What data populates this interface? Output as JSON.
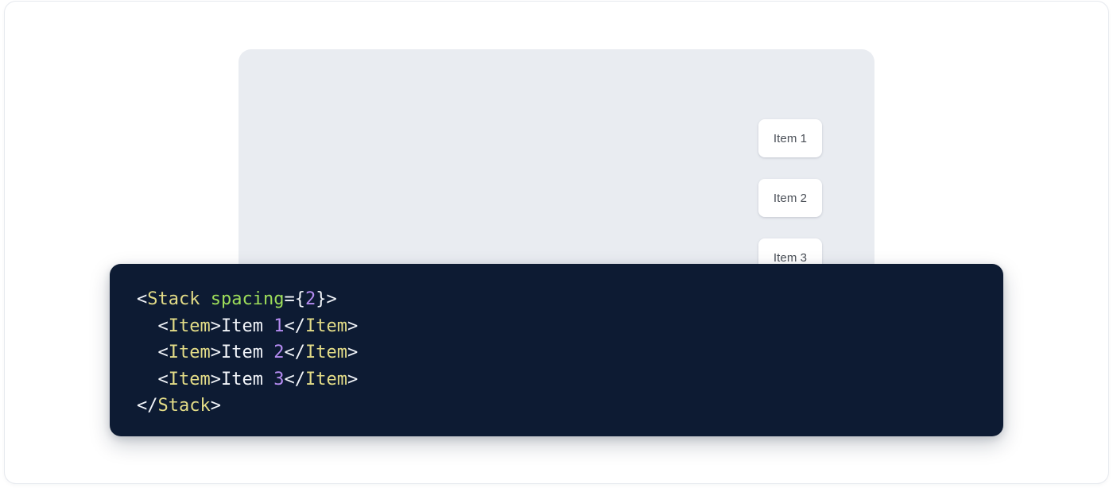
{
  "frame": {
    "background": "#ffffff",
    "border_color": "#e6e9ee"
  },
  "preview": {
    "panel_color": "#e9ecf1",
    "items": [
      {
        "label": "Item 1"
      },
      {
        "label": "Item 2"
      },
      {
        "label": "Item 3"
      }
    ]
  },
  "code": {
    "background": "#0d1b33",
    "language": "jsx",
    "colors": {
      "punctuation": "#f2f5fa",
      "tag": "#e3dc87",
      "attribute": "#9ede5a",
      "number": "#b58cf2",
      "text": "#f2f5fa"
    },
    "raw": "<Stack spacing={2}>\n  <Item>Item 1</Item>\n  <Item>Item 2</Item>\n  <Item>Item 3</Item>\n</Stack>",
    "lines": [
      {
        "indent": "",
        "tokens": [
          {
            "t": "punct",
            "v": "<"
          },
          {
            "t": "tag",
            "v": "Stack"
          },
          {
            "t": "text",
            "v": " "
          },
          {
            "t": "attr",
            "v": "spacing"
          },
          {
            "t": "punct",
            "v": "={"
          },
          {
            "t": "num",
            "v": "2"
          },
          {
            "t": "punct",
            "v": "}>"
          }
        ]
      },
      {
        "indent": "  ",
        "tokens": [
          {
            "t": "punct",
            "v": "<"
          },
          {
            "t": "tag",
            "v": "Item"
          },
          {
            "t": "punct",
            "v": ">"
          },
          {
            "t": "text",
            "v": "Item "
          },
          {
            "t": "num",
            "v": "1"
          },
          {
            "t": "punct",
            "v": "</"
          },
          {
            "t": "tag",
            "v": "Item"
          },
          {
            "t": "punct",
            "v": ">"
          }
        ]
      },
      {
        "indent": "  ",
        "tokens": [
          {
            "t": "punct",
            "v": "<"
          },
          {
            "t": "tag",
            "v": "Item"
          },
          {
            "t": "punct",
            "v": ">"
          },
          {
            "t": "text",
            "v": "Item "
          },
          {
            "t": "num",
            "v": "2"
          },
          {
            "t": "punct",
            "v": "</"
          },
          {
            "t": "tag",
            "v": "Item"
          },
          {
            "t": "punct",
            "v": ">"
          }
        ]
      },
      {
        "indent": "  ",
        "tokens": [
          {
            "t": "punct",
            "v": "<"
          },
          {
            "t": "tag",
            "v": "Item"
          },
          {
            "t": "punct",
            "v": ">"
          },
          {
            "t": "text",
            "v": "Item "
          },
          {
            "t": "num",
            "v": "3"
          },
          {
            "t": "punct",
            "v": "</"
          },
          {
            "t": "tag",
            "v": "Item"
          },
          {
            "t": "punct",
            "v": ">"
          }
        ]
      },
      {
        "indent": "",
        "tokens": [
          {
            "t": "punct",
            "v": "</"
          },
          {
            "t": "tag",
            "v": "Stack"
          },
          {
            "t": "punct",
            "v": ">"
          }
        ]
      }
    ]
  }
}
